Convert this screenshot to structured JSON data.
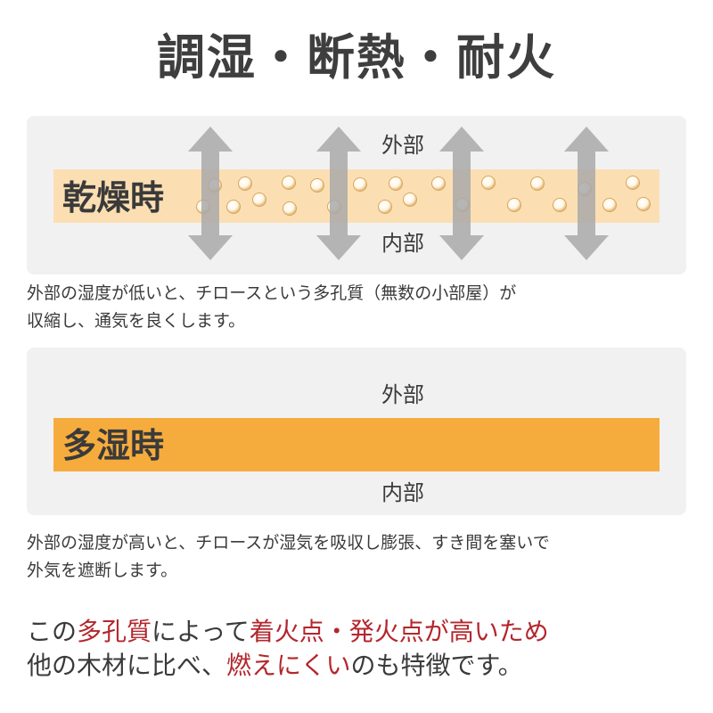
{
  "title": "調湿・断熱・耐火",
  "dry": {
    "label": "乾燥時",
    "outside": "外部",
    "inside": "内部",
    "description_line1": "外部の湿度が低いと、チロースという多孔質（無数の小部屋）が",
    "description_line2": "収縮し、通気を良くします。"
  },
  "wet": {
    "label": "多湿時",
    "outside": "外部",
    "inside": "内部",
    "description_line1": "外部の湿度が高いと、チロースが湿気を吸収し膨張、すき間を塞いで",
    "description_line2": "外気を遮断します。"
  },
  "summary": {
    "line1": [
      {
        "text": "この",
        "highlight": false
      },
      {
        "text": "多孔質",
        "highlight": true
      },
      {
        "text": "によって",
        "highlight": false
      },
      {
        "text": "着火点・発火点が高いため",
        "highlight": true
      }
    ],
    "line2": [
      {
        "text": "他の木材に比べ、",
        "highlight": false
      },
      {
        "text": "燃えにくい",
        "highlight": true
      },
      {
        "text": "のも特徴です。",
        "highlight": false
      }
    ]
  },
  "colors": {
    "dry_band": "#fbdfb3",
    "wet_band": "#f6ac3d",
    "arrow": "#a9a9a9",
    "highlight": "#b3272d",
    "bubble": "#5ab4e6"
  }
}
